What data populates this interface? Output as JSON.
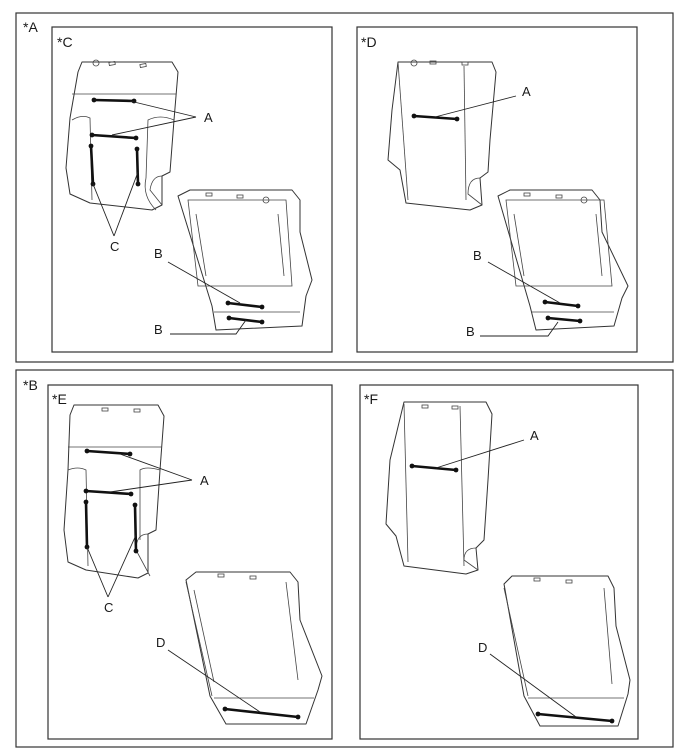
{
  "groups": [
    {
      "id": "A",
      "label": "*A"
    },
    {
      "id": "B",
      "label": "*B"
    }
  ],
  "panels": [
    {
      "id": "C",
      "label": "*C"
    },
    {
      "id": "D",
      "label": "*D"
    },
    {
      "id": "E",
      "label": "*E"
    },
    {
      "id": "F",
      "label": "*F"
    }
  ],
  "callouts": {
    "a": "A",
    "b": "B",
    "c": "C",
    "d": "D"
  }
}
